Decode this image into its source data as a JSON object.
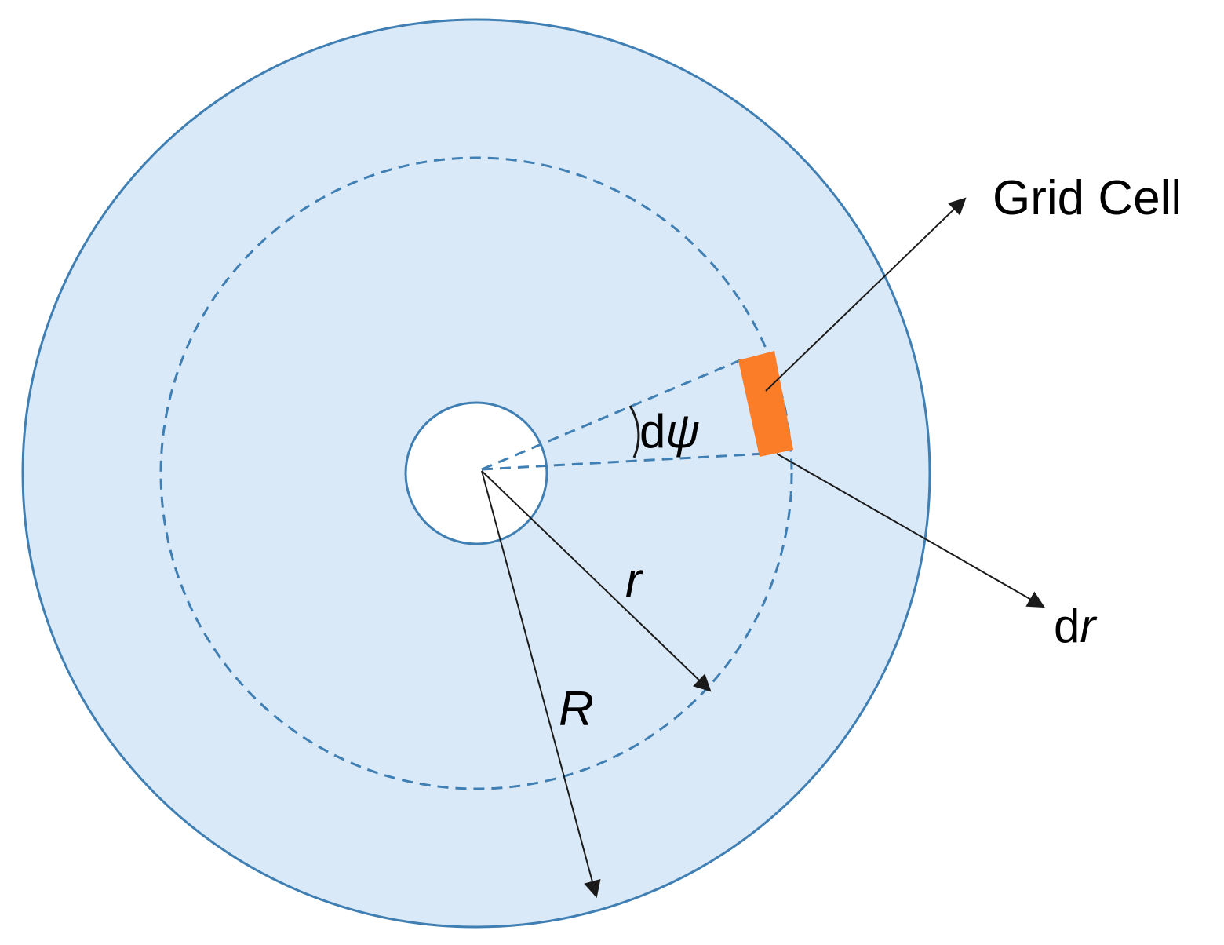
{
  "labels": {
    "grid_cell": "Grid Cell",
    "d_psi_d": "d",
    "d_psi_symbol": "ψ",
    "r": "r",
    "R": "R",
    "dr_d": "d",
    "dr_r": "r"
  },
  "colors": {
    "disk_fill": "#dae9f7",
    "disk_stroke": "#3f7fb3",
    "cell_fill": "#fb7d28",
    "arrow": "#1a1a1a",
    "hole_fill": "#ffffff"
  }
}
